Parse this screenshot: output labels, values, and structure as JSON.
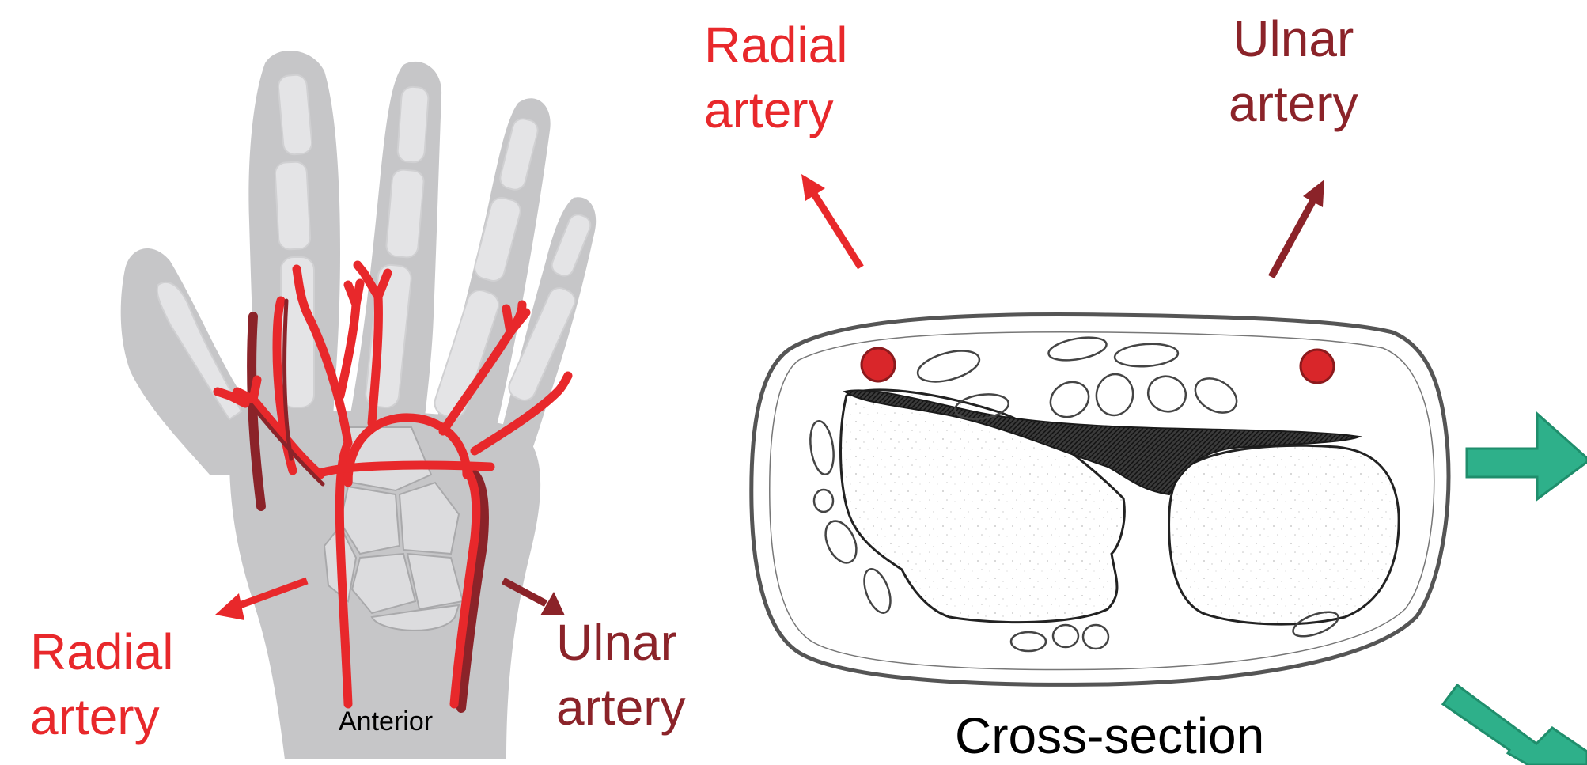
{
  "colors": {
    "radial": "#e8282b",
    "ulnar": "#8b2329",
    "green_arrow": "#2eb08a",
    "hand_fill": "#c9c9cb",
    "bone_fill": "#e6e6e6",
    "section_outline": "#555555",
    "tendon_fill": "#2a2a2a"
  },
  "hand_panel": {
    "radial_label": [
      "Radial",
      "artery"
    ],
    "ulnar_label": [
      "Ulnar",
      "artery"
    ],
    "view_label": "Anterior"
  },
  "section_panel": {
    "radial_label": [
      "Radial",
      "artery"
    ],
    "ulnar_label": [
      "Ulnar",
      "artery"
    ],
    "caption": "Cross-section"
  },
  "icons": [
    "hand-illustration",
    "wrist-cross-section",
    "green-arrow-right",
    "green-arrow-down-right"
  ]
}
